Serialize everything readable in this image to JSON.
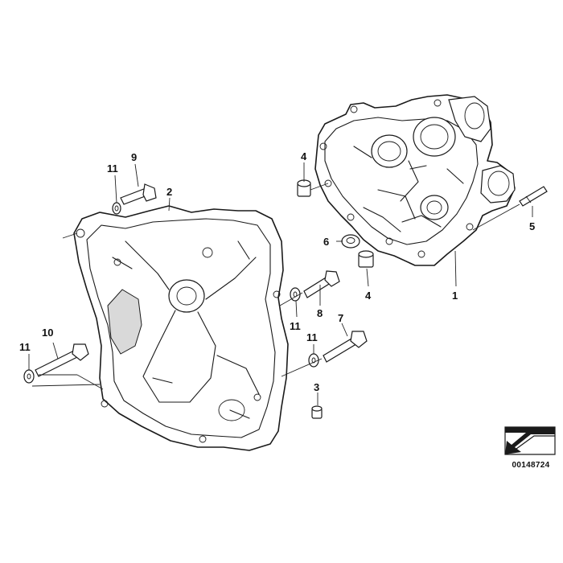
{
  "diagram": {
    "reference_number": "00148724",
    "callouts": [
      "11",
      "9",
      "2",
      "4",
      "6",
      "5",
      "4",
      "1",
      "8",
      "11",
      "7",
      "11",
      "10",
      "11",
      "3"
    ]
  },
  "icons": {
    "reference_badge": "arrow-badge-icon"
  },
  "colors": {
    "line": "#1a1a1a",
    "background": "#ffffff",
    "shading": "#d9d9d9"
  }
}
